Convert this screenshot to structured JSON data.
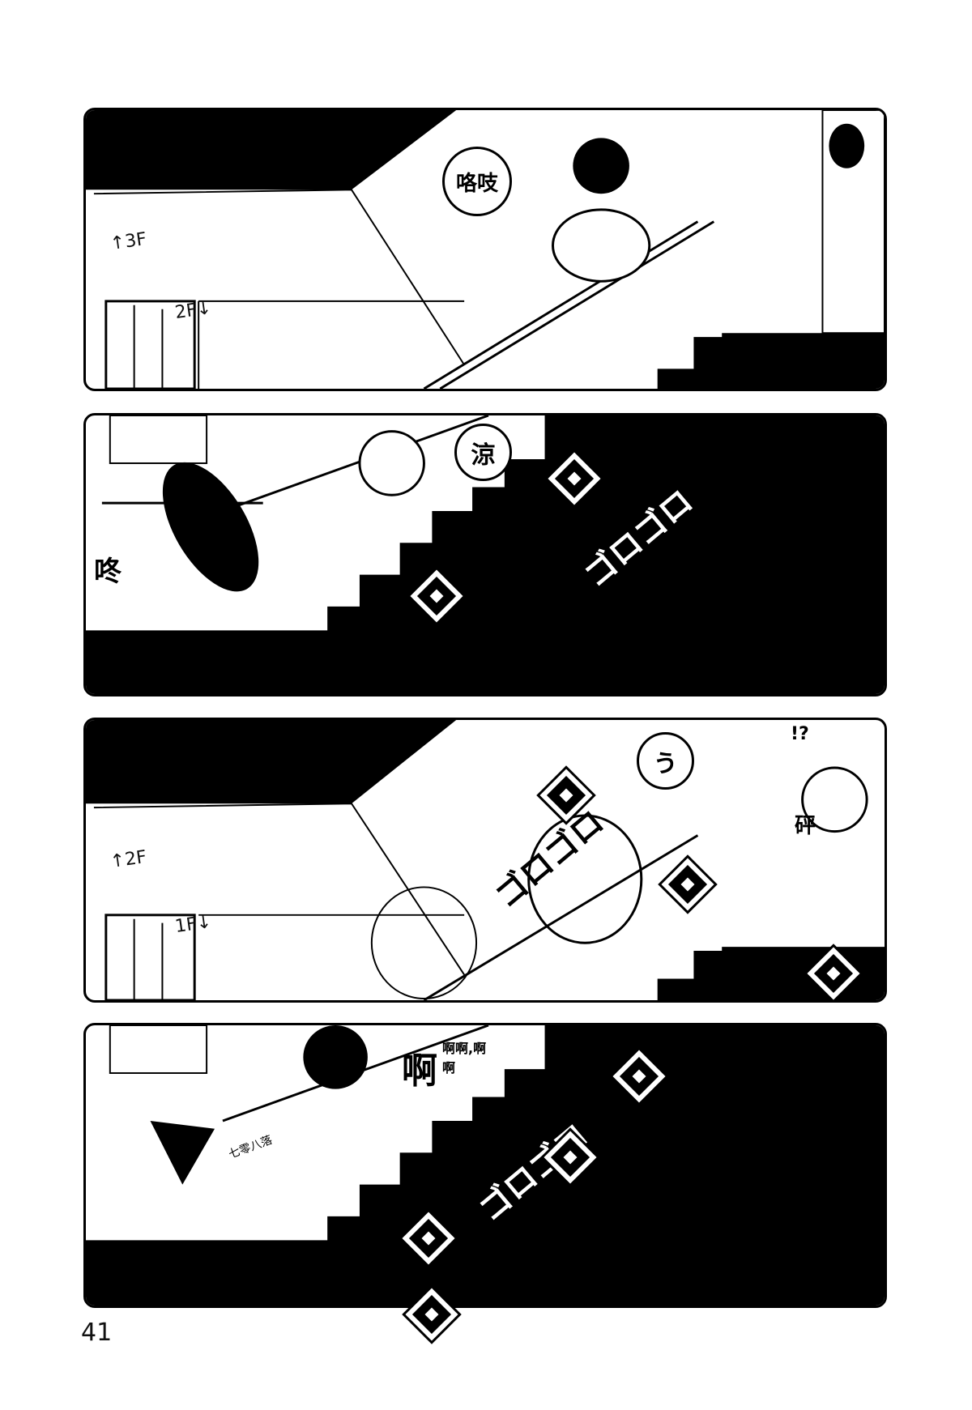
{
  "page_number": "41",
  "panels": [
    {
      "floor_up": "↑3F",
      "floor_down": "2F↓",
      "sfx_bubble": "咯吱"
    },
    {
      "sfx_left": "咚",
      "sfx_bubble": "涼",
      "sfx_rumble": "ゴロゴロ"
    },
    {
      "floor_up": "↑2F",
      "floor_down": "1F↓",
      "sfx_bubble": "う",
      "sfx_surprise": "!?",
      "sfx_right": "砰",
      "sfx_rumble": "ゴロゴロ"
    },
    {
      "sfx_scream": "啊",
      "sfx_scream_small": "啊啊,啊啊",
      "sfx_scatter": "七零八落",
      "sfx_rumble": "ゴロゴロ"
    }
  ]
}
